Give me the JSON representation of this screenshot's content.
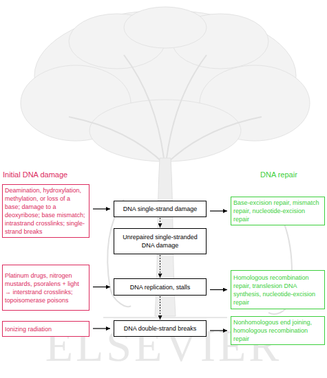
{
  "diagram": {
    "nodes": [
      {
        "text": [
          "Deamination, hydroxylation, methylation, or loss of a base; damage to a deoxyribose; base mismatch; intrastrand crosslinks; single-strand breaks"
        ]
      },
      {
        "text": [
          "DNA single-strand damage"
        ]
      },
      {
        "text": [
          "Base-excision repair, mismatch repair, nucleotide-excision repair"
        ]
      },
      {
        "text": [
          "Unrepaired single-stranded DNA damage"
        ]
      },
      {
        "text": [
          "Platinum drugs, nitrogen mustards, psoralens + light → interstrand crosslinks; topoisomerase poisons"
        ]
      },
      {
        "text": [
          "DNA replication, stalls"
        ]
      },
      {
        "text": [
          "Homologous recombination repair, translesion DNA synthesis, nucleotide-excision repair"
        ]
      },
      {
        "text": [
          "Ionizing radiation"
        ]
      },
      {
        "text": [
          "DNA double-strand breaks"
        ]
      },
      {
        "text": [
          "Nonhomologous end joining, homologous recombination repair"
        ]
      }
    ],
    "edges": [
      {
        "from": 0,
        "to": 1,
        "arrow": "to"
      },
      {
        "from": 1,
        "to": 2,
        "arrow": "to"
      },
      {
        "from": 1,
        "to": 3,
        "arrow": "to"
      },
      {
        "from": 3,
        "to": 5,
        "arrow": "to"
      },
      {
        "from": 4,
        "to": 5,
        "arrow": "to"
      },
      {
        "from": 5,
        "to": 6,
        "arrow": "to"
      },
      {
        "from": 5,
        "to": 8,
        "arrow": "to"
      },
      {
        "from": 7,
        "to": 8,
        "arrow": "to"
      },
      {
        "from": 8,
        "to": 9,
        "arrow": "to"
      }
    ],
    "labels": [
      "Initial DNA damage",
      "DNA repair",
      "ELSEVIER"
    ]
  }
}
